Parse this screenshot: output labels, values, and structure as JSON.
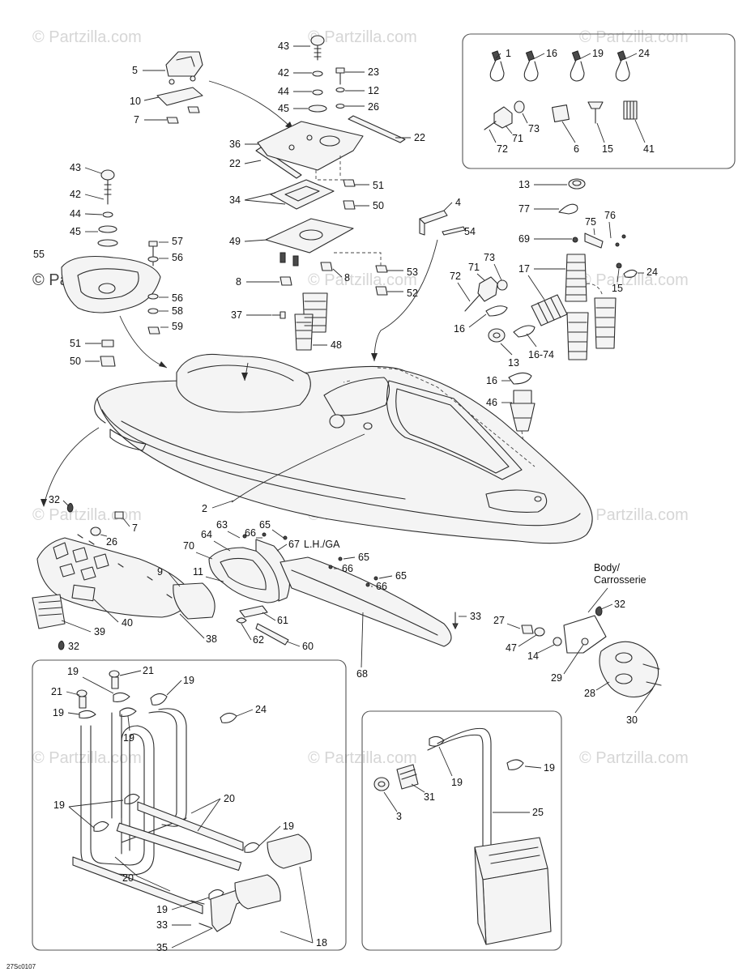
{
  "watermark": "© Partzilla.com",
  "diagram_code": "27Sc0107",
  "notes": {
    "lh_ga": "L.H./GA",
    "body_en": "Body/",
    "body_fr": "Carrosserie"
  },
  "callouts": {
    "c1": "1",
    "c16a": "16",
    "c19a": "19",
    "c24a": "24",
    "c72a": "72",
    "c71a": "71",
    "c73a": "73",
    "c6": "6",
    "c15a": "15",
    "c41": "41",
    "c5": "5",
    "c10": "10",
    "c7a": "7",
    "c43a": "43",
    "c42a": "42",
    "c44a": "44",
    "c45a": "45",
    "c23": "23",
    "c12": "12",
    "c26a": "26",
    "c22a": "22",
    "c36": "36",
    "c22b": "22",
    "c51a": "51",
    "c50a": "50",
    "c34": "34",
    "c49": "49",
    "c53": "53",
    "c52": "52",
    "c8a": "8",
    "c8b": "8",
    "c37": "37",
    "c48": "48",
    "c43b": "43",
    "c42b": "42",
    "c44b": "44",
    "c45b": "45",
    "c55": "55",
    "c57": "57",
    "c56a": "56",
    "c56b": "56",
    "c58": "58",
    "c59": "59",
    "c51b": "51",
    "c50b": "50",
    "c4": "4",
    "c54": "54",
    "c13a": "13",
    "c77": "77",
    "c75": "75",
    "c76": "76",
    "c69": "69",
    "c17": "17",
    "c24b": "24",
    "c15b": "15",
    "c72b": "72",
    "c71b": "71",
    "c73b": "73",
    "c16b": "16",
    "c13b": "13",
    "c16_74": "16-74",
    "c16c": "16",
    "c46": "46",
    "c2": "2",
    "c32a": "32",
    "c26b": "26",
    "c7b": "7",
    "c9": "9",
    "c40": "40",
    "c39": "39",
    "c32b": "32",
    "c38": "38",
    "c63": "63",
    "c66a": "66",
    "c65a": "65",
    "c67": "67",
    "c64": "64",
    "c70": "70",
    "c11": "11",
    "c65b": "65",
    "c66b": "66",
    "c65c": "65",
    "c66c": "66",
    "c61": "61",
    "c62": "62",
    "c60": "60",
    "c68": "68",
    "c33a": "33",
    "c27": "27",
    "c47": "47",
    "c14": "14",
    "c29": "29",
    "c32c": "32",
    "c28": "28",
    "c30": "30",
    "c19b": "19",
    "c21a": "21",
    "c19c": "19",
    "c21b": "21",
    "c19d": "19",
    "c19e": "19",
    "c24c": "24",
    "c20a": "20",
    "c19f": "19",
    "c19g": "19",
    "c20b": "20",
    "c19h": "19",
    "c33b": "33",
    "c35": "35",
    "c18": "18",
    "c19i": "19",
    "c19j": "19",
    "c31": "31",
    "c3": "3",
    "c25": "25"
  }
}
